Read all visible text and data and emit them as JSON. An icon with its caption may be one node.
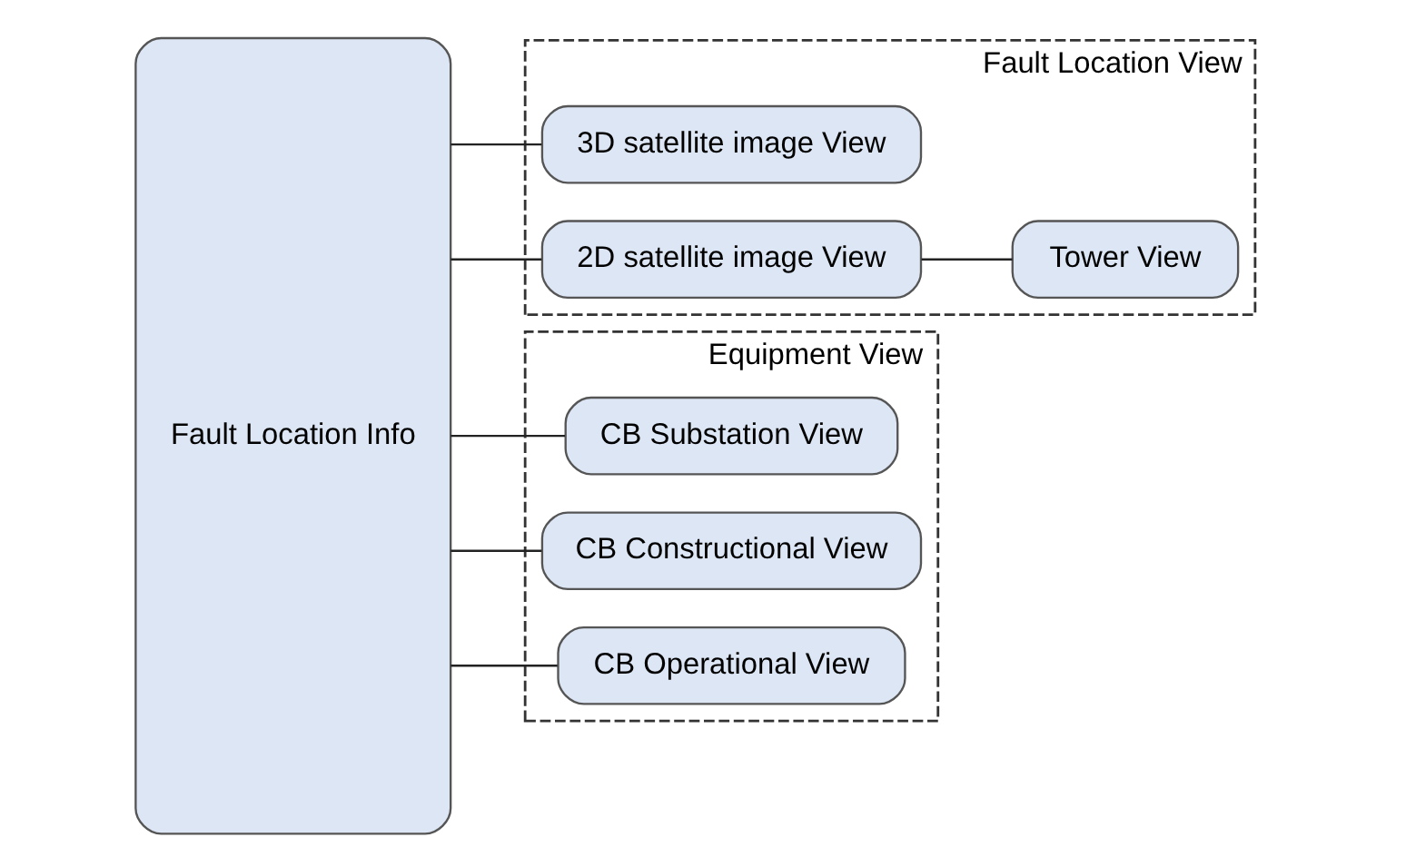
{
  "diagram": {
    "nodes": [
      {
        "text": [
          "Fault Location Info"
        ]
      },
      {
        "text": [
          "Fault Location View"
        ]
      },
      {
        "text": [
          "3D satellite image View"
        ],
        "in": 1
      },
      {
        "text": [
          "2D satellite image View"
        ],
        "in": 1
      },
      {
        "text": [
          "Tower View"
        ],
        "in": 1
      },
      {
        "text": [
          "Equipment View"
        ]
      },
      {
        "text": [
          "CB Substation View"
        ],
        "in": 5
      },
      {
        "text": [
          "CB Constructional View"
        ],
        "in": 5
      },
      {
        "text": [
          "CB Operational View"
        ],
        "in": 5
      }
    ],
    "edges": [
      {
        "from": 0,
        "to": 2,
        "arrow": "none"
      },
      {
        "from": 0,
        "to": 3,
        "arrow": "none"
      },
      {
        "from": 3,
        "to": 4,
        "arrow": "none"
      },
      {
        "from": 0,
        "to": 6,
        "arrow": "none"
      },
      {
        "from": 0,
        "to": 7,
        "arrow": "none"
      },
      {
        "from": 0,
        "to": 8,
        "arrow": "none"
      }
    ]
  }
}
